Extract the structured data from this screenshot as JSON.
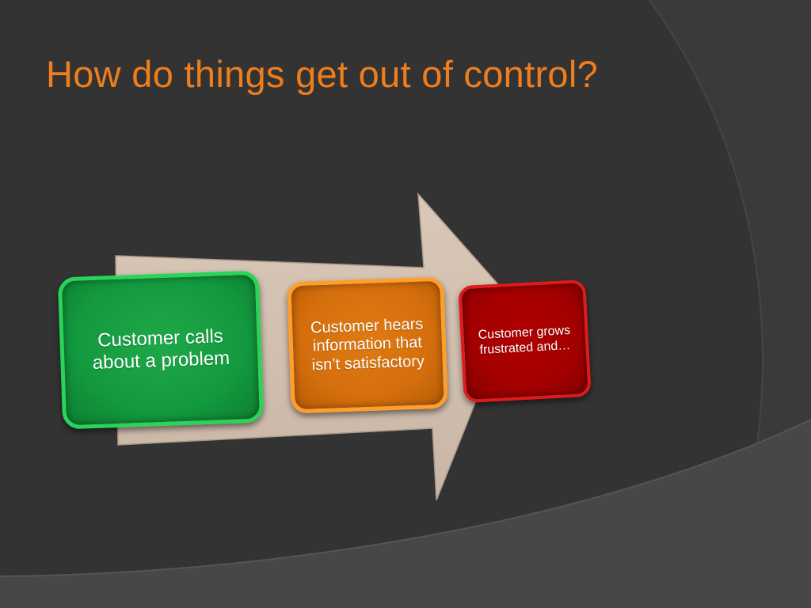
{
  "slide": {
    "title": "How do things get out of control?",
    "colors": {
      "background": "#333333",
      "title": "#ee7d1e",
      "arrow": "#d2c0b0"
    }
  },
  "diagram": {
    "steps": [
      {
        "label": "Customer calls about a problem",
        "color": "#139a3e"
      },
      {
        "label": "Customer hears information that isn’t satisfactory",
        "color": "#d56f0d"
      },
      {
        "label": "Customer grows frustrated and…",
        "color": "#a30000"
      }
    ]
  }
}
